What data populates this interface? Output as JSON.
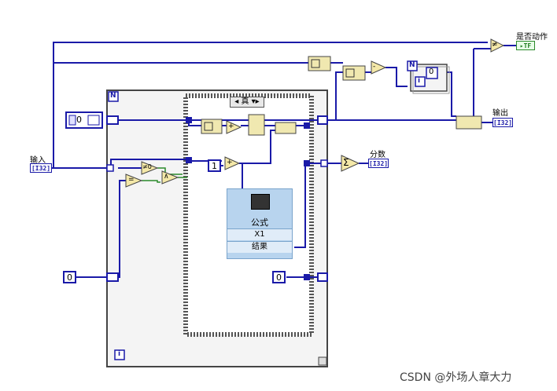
{
  "labels": {
    "input": "输入",
    "output": "输出",
    "action": "是否动作",
    "score": "分数"
  },
  "terminals": {
    "input_type": "I32",
    "output_type": "I32",
    "score_type": "I32",
    "action_type": "TF"
  },
  "constants": {
    "top_zero": "0",
    "one": "1",
    "left_zero": "0",
    "mid_zero": "0",
    "inner_zero": "0"
  },
  "case_selector": "真",
  "loop_labels": {
    "for_N": "N",
    "for_i": "i",
    "small_N": "N",
    "small_i": "i"
  },
  "operators": {
    "add": "+",
    "add2": "+",
    "subtract": "-",
    "not_zero": "≠0",
    "equal": "=",
    "and": "∧",
    "not_equal": "≠",
    "sum": "Σ"
  },
  "formula_node": {
    "title": "公式",
    "input": "X1",
    "output": "结果"
  },
  "watermark": "CSDN @外场人章大力"
}
